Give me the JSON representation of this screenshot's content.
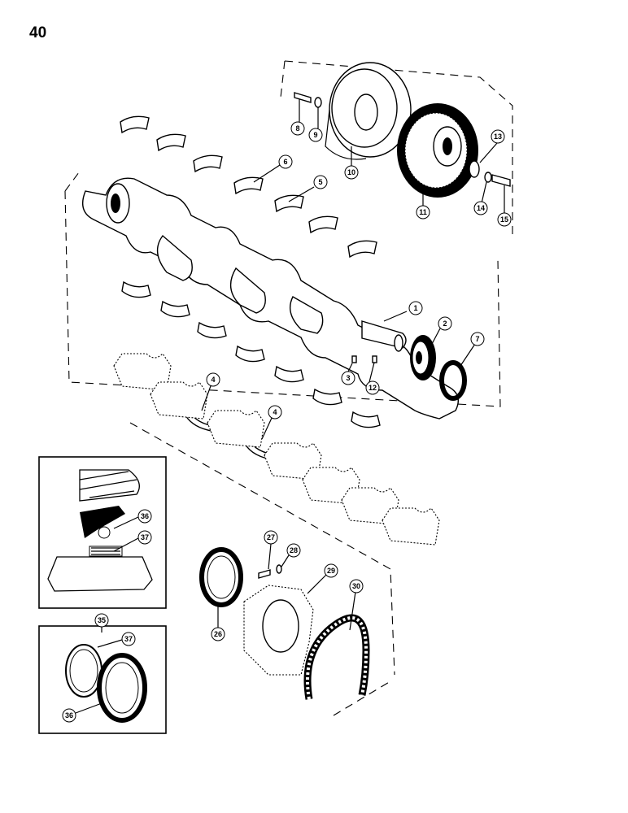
{
  "page": {
    "number": "40"
  },
  "callouts": [
    {
      "id": "c1",
      "label": "1"
    },
    {
      "id": "c2",
      "label": "2"
    },
    {
      "id": "c3",
      "label": "3"
    },
    {
      "id": "c4a",
      "label": "4"
    },
    {
      "id": "c4b",
      "label": "4"
    },
    {
      "id": "c5",
      "label": "5"
    },
    {
      "id": "c6",
      "label": "6"
    },
    {
      "id": "c7",
      "label": "7"
    },
    {
      "id": "c8",
      "label": "8"
    },
    {
      "id": "c9",
      "label": "9"
    },
    {
      "id": "c10",
      "label": "10"
    },
    {
      "id": "c11",
      "label": "11"
    },
    {
      "id": "c12",
      "label": "12"
    },
    {
      "id": "c13",
      "label": "13"
    },
    {
      "id": "c14",
      "label": "14"
    },
    {
      "id": "c15",
      "label": "15"
    },
    {
      "id": "c26",
      "label": "26"
    },
    {
      "id": "c27",
      "label": "27"
    },
    {
      "id": "c28",
      "label": "28"
    },
    {
      "id": "c29",
      "label": "29"
    },
    {
      "id": "c30",
      "label": "30"
    },
    {
      "id": "c35",
      "label": "35"
    },
    {
      "id": "c36a",
      "label": "36"
    },
    {
      "id": "c36b",
      "label": "36"
    },
    {
      "id": "c37a",
      "label": "37"
    },
    {
      "id": "c37b",
      "label": "37"
    }
  ]
}
